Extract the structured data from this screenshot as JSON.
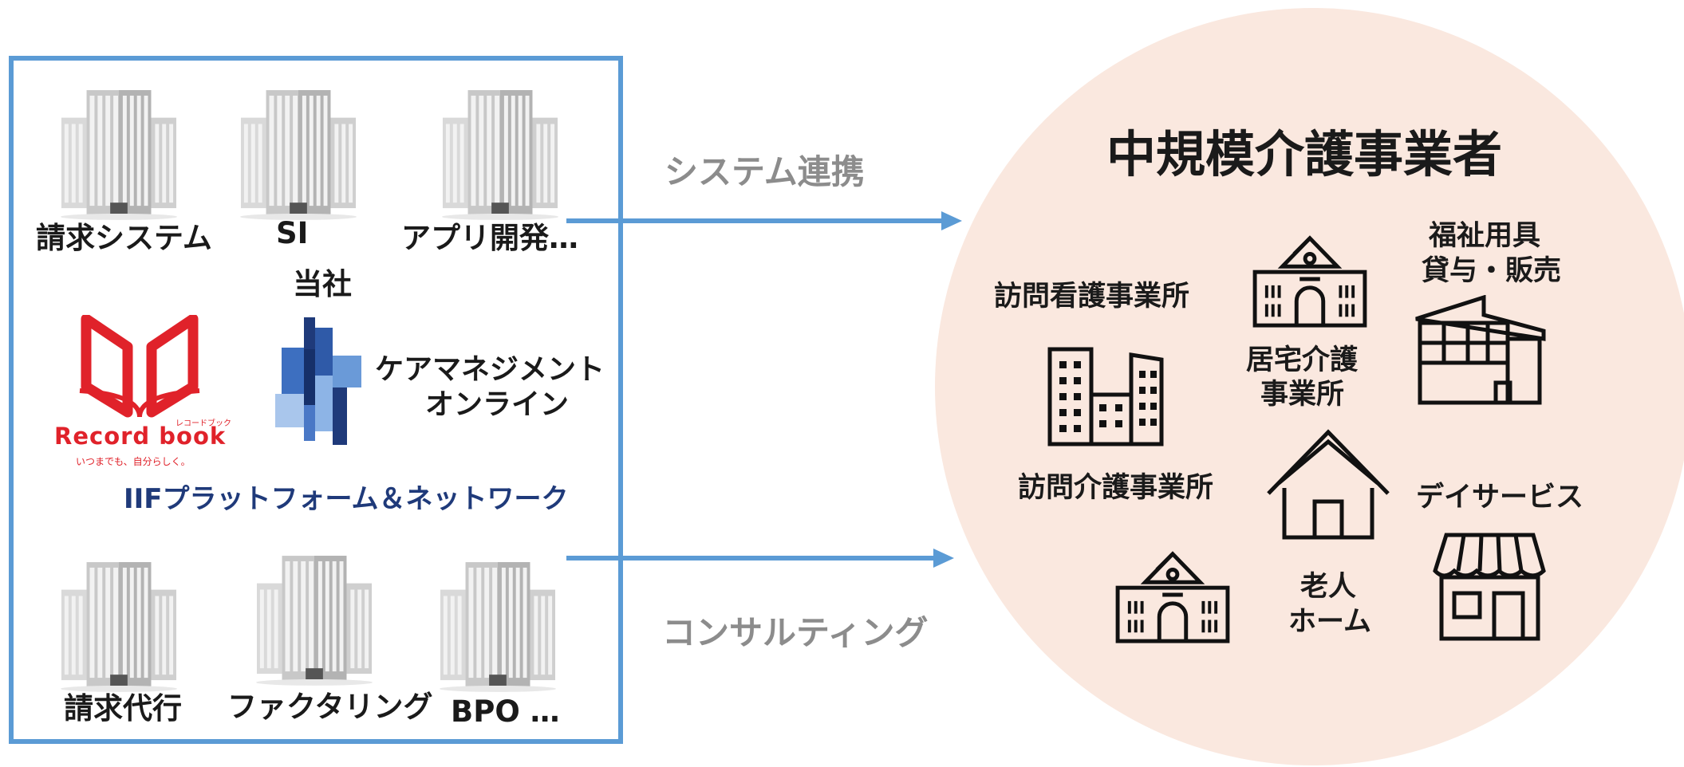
{
  "left_panel": {
    "top_companies": [
      "請求システム",
      "SI",
      "アプリ開発…"
    ],
    "own_company": "当社",
    "record_book": {
      "kana": "レコードブック",
      "name": "Record book",
      "tagline": "いつまでも、自分らしく。"
    },
    "care_management": {
      "line1": "ケアマネジメント",
      "line2": "オンライン"
    },
    "platform": "IIFプラットフォーム＆ネットワーク",
    "bottom_companies": [
      "請求代行",
      "ファクタリング",
      "BPO …"
    ]
  },
  "arrows": {
    "top_label": "システム連携",
    "bottom_label": "コンサルティング"
  },
  "right_circle": {
    "title": "中規模介護事業者",
    "facilities": {
      "home_nursing": "訪問看護事業所",
      "home_care_support": {
        "line1": "居宅介護",
        "line2": "事業所"
      },
      "welfare_equipment": {
        "line1": "福祉用具",
        "line2": "貸与・販売"
      },
      "home_care": "訪問介護事業所",
      "day_service": "デイサービス",
      "elderly_home": {
        "line1": "老人",
        "line2": "ホーム"
      }
    }
  },
  "colors": {
    "frame": "#5b9bd5",
    "arrow": "#5b9bd5",
    "circle": "#fae8df",
    "platform_text": "#1f3a7a",
    "record_red": "#e0222a",
    "gray_text": "#8c8c8c"
  }
}
